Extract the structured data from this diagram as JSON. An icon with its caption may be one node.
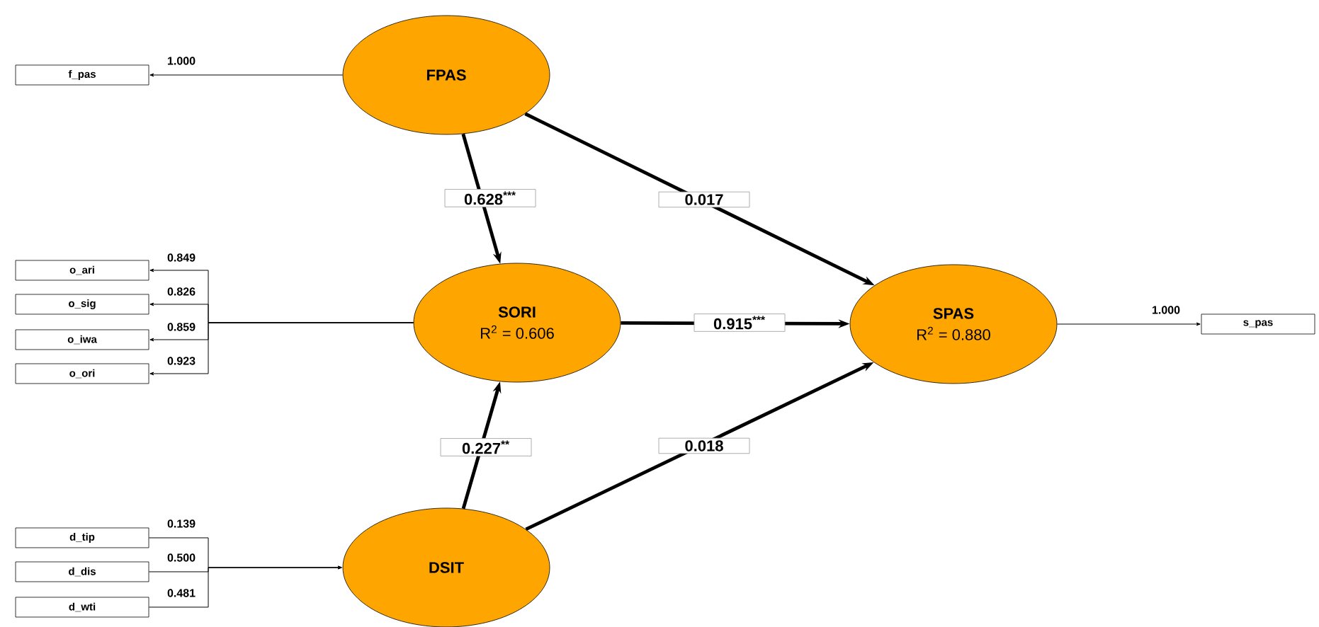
{
  "diagram": {
    "nodes": [
      {
        "text": [
          "FPAS"
        ]
      },
      {
        "text": [
          "f_pas"
        ]
      },
      {
        "text": [
          "SORI",
          "R$^{2}$ = 0.606"
        ]
      },
      {
        "text": [
          "o_ari"
        ]
      },
      {
        "text": [
          "o_sig"
        ]
      },
      {
        "text": [
          "o_iwa"
        ]
      },
      {
        "text": [
          "o_ori"
        ]
      },
      {
        "text": [
          "SPAS",
          "R$^{2}$ = 0.880"
        ]
      },
      {
        "text": [
          "s_pas"
        ]
      },
      {
        "text": [
          "DSIT"
        ]
      },
      {
        "text": [
          "d_tip"
        ]
      },
      {
        "text": [
          "d_dis"
        ]
      },
      {
        "text": [
          "d_wti"
        ]
      }
    ],
    "edges": [
      {
        "from": 0,
        "to": 1,
        "arrow": "to",
        "label": "1.000"
      },
      {
        "from": 2,
        "to": 3,
        "arrow": "to",
        "label": "0.849"
      },
      {
        "from": 2,
        "to": 4,
        "arrow": "to",
        "label": "0.826"
      },
      {
        "from": 2,
        "to": 5,
        "arrow": "to",
        "label": "0.859"
      },
      {
        "from": 2,
        "to": 6,
        "arrow": "to",
        "label": "0.923"
      },
      {
        "from": 0,
        "to": 2,
        "arrow": "to",
        "label": "0.628$^{***}$",
        "style": "thick"
      },
      {
        "from": 0,
        "to": 7,
        "arrow": "to",
        "label": "0.017",
        "style": "thick"
      },
      {
        "from": 2,
        "to": 7,
        "arrow": "to",
        "label": "0.915$^{***}$",
        "style": "thick"
      },
      {
        "from": 9,
        "to": 2,
        "arrow": "to",
        "label": "0.227$^{**}$",
        "style": "thick"
      },
      {
        "from": 9,
        "to": 7,
        "arrow": "to",
        "label": "0.018",
        "style": "thick"
      },
      {
        "from": 10,
        "to": 9,
        "arrow": "to",
        "label": "0.139"
      },
      {
        "from": 11,
        "to": 9,
        "arrow": "to",
        "label": "0.500"
      },
      {
        "from": 12,
        "to": 9,
        "arrow": "to",
        "label": "0.481"
      },
      {
        "from": 7,
        "to": 8,
        "arrow": "to",
        "label": "1.000"
      }
    ]
  }
}
